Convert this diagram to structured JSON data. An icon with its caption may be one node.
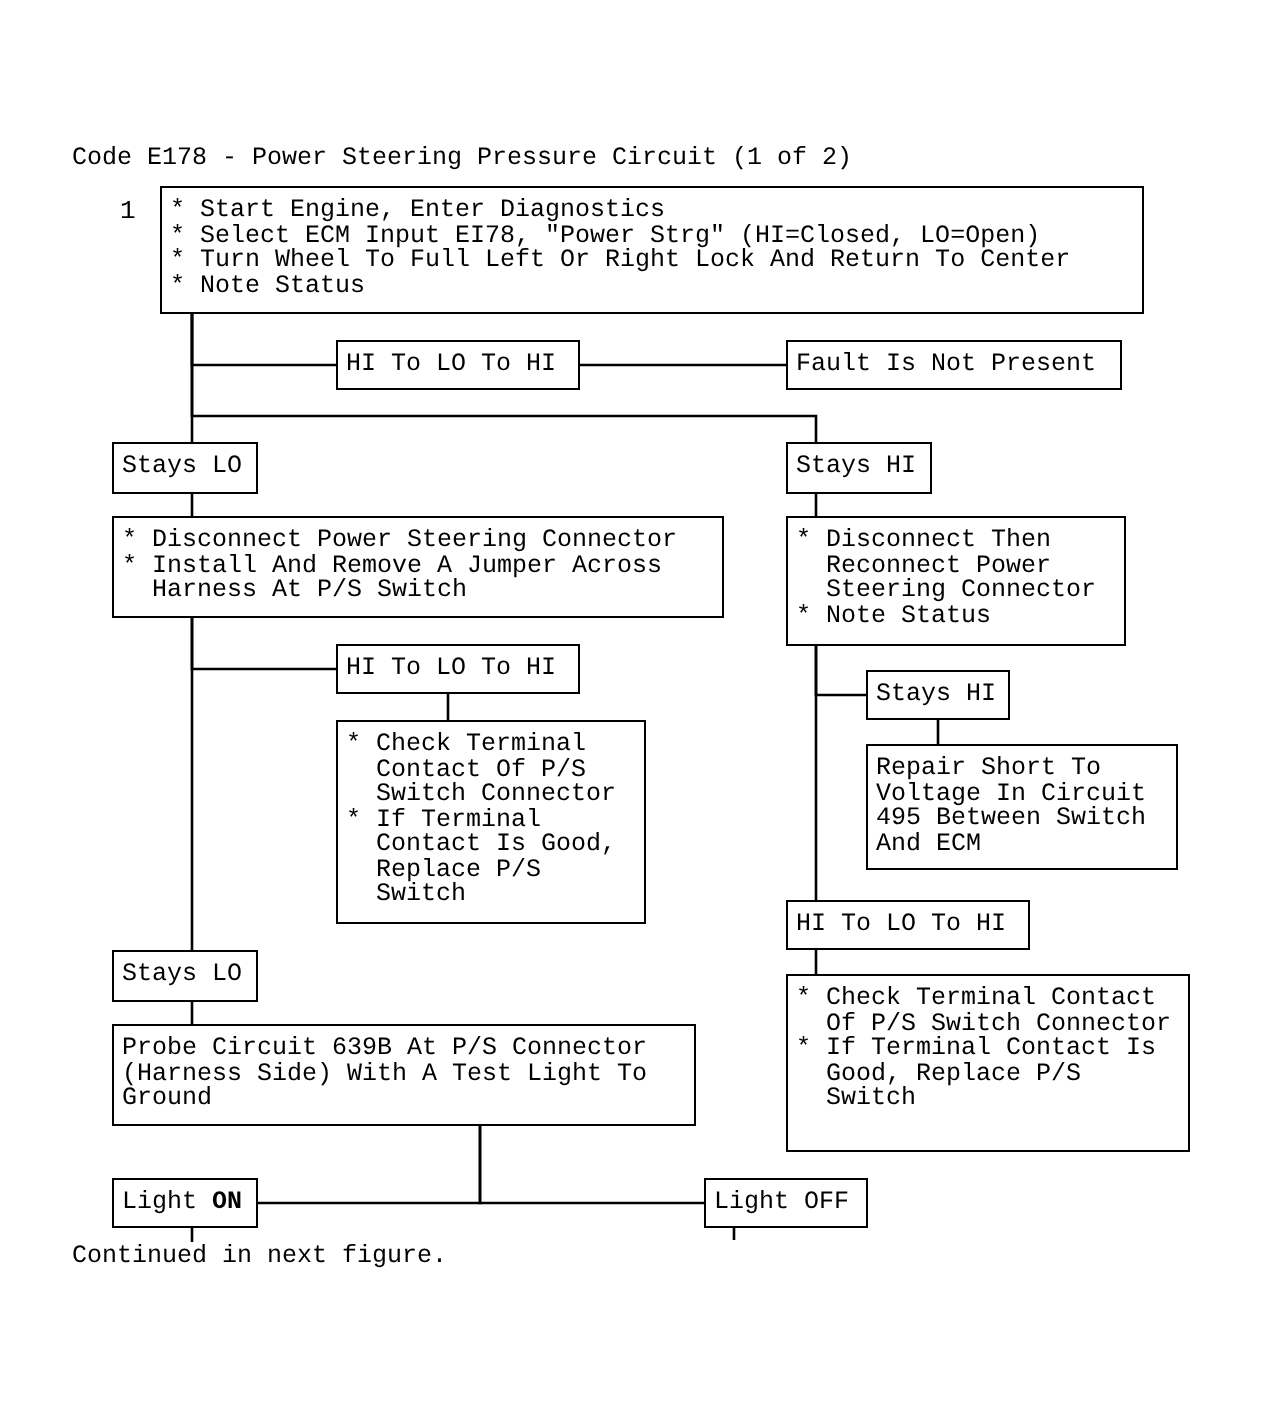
{
  "diagram": {
    "title": "Code E178 - Power Steering Pressure Circuit (1 of 2)",
    "nodes": [
      {
        "text": [
          "* Start Engine, Enter Diagnostics",
          "* Select ECM Input EI78, \"Power Strg\" (HI=Closed, LO=Open)",
          "* Turn Wheel To Full Left Or Right Lock And Return To Center",
          "* Note Status"
        ],
        "beside": [
          "1"
        ]
      },
      {
        "text": [
          "HI To LO To HI"
        ]
      },
      {
        "text": [
          "Fault Is Not Present"
        ]
      },
      {
        "text": [
          "Stays LO"
        ]
      },
      {
        "text": [
          "Stays HI"
        ]
      },
      {
        "text": [
          "* Disconnect Power Steering Connector",
          "* Install And Remove A Jumper Across Harness At P/S Switch"
        ]
      },
      {
        "text": [
          "* Disconnect Then Reconnect Power Steering Connector",
          "* Note Status"
        ]
      },
      {
        "text": [
          "HI To LO To HI"
        ]
      },
      {
        "text": [
          "* Check Terminal Contact Of P/S Switch Connector",
          "* If Terminal Contact Is Good, Replace P/S Switch"
        ]
      },
      {
        "text": [
          "Stays HI"
        ]
      },
      {
        "text": [
          "Repair Short To Voltage In Circuit 495 Between Switch And ECM"
        ]
      },
      {
        "text": [
          "HI To LO To HI"
        ]
      },
      {
        "text": [
          "Stays LO"
        ]
      },
      {
        "text": [
          "* Check Terminal Contact Of P/S Switch Connector",
          "* If Terminal Contact Is Good, Replace P/S Switch"
        ]
      },
      {
        "text": [
          "Probe Circuit 639B At P/S Connector (Harness Side) With A Test Light To Ground"
        ]
      },
      {
        "text": [
          "Light **ON**"
        ]
      },
      {
        "text": [
          "Light OFF"
        ]
      },
      {
        "text": [
          "Continued in next figure."
        ]
      }
    ],
    "edges": [
      {
        "from": 0,
        "to": 1,
        "arrow": "none"
      },
      {
        "from": 1,
        "to": 2,
        "arrow": "none"
      },
      {
        "from": 0,
        "to": 3,
        "arrow": "none"
      },
      {
        "from": 0,
        "to": 4,
        "arrow": "none"
      },
      {
        "from": 3,
        "to": 5,
        "arrow": "none"
      },
      {
        "from": 4,
        "to": 6,
        "arrow": "none"
      },
      {
        "from": 5,
        "to": 7,
        "arrow": "none"
      },
      {
        "from": 7,
        "to": 8,
        "arrow": "none"
      },
      {
        "from": 5,
        "to": 12,
        "arrow": "none"
      },
      {
        "from": 6,
        "to": 9,
        "arrow": "none"
      },
      {
        "from": 9,
        "to": 10,
        "arrow": "none"
      },
      {
        "from": 6,
        "to": 11,
        "arrow": "none"
      },
      {
        "from": 11,
        "to": 13,
        "arrow": "none"
      },
      {
        "from": 12,
        "to": 14,
        "arrow": "none"
      },
      {
        "from": 14,
        "to": 15,
        "arrow": "none"
      },
      {
        "from": 14,
        "to": 16,
        "arrow": "none"
      },
      {
        "from": 15,
        "to": 17,
        "arrow": "none"
      },
      {
        "from": 16,
        "to": null,
        "arrow": "none"
      }
    ]
  }
}
